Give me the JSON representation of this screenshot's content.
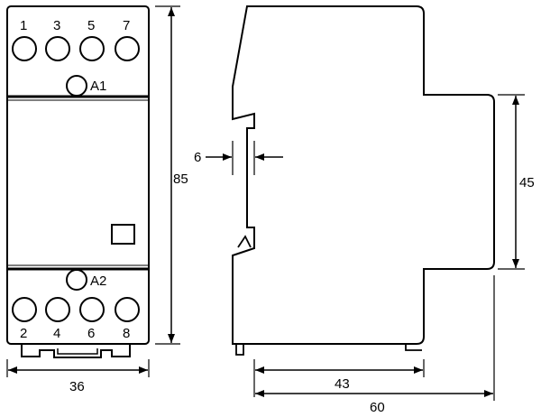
{
  "front_view": {
    "top_terminals": [
      "1",
      "3",
      "5",
      "7"
    ],
    "bottom_terminals": [
      "2",
      "4",
      "6",
      "8"
    ],
    "coil_top": "A1",
    "coil_bottom": "A2"
  },
  "dimensions": {
    "height": "85",
    "width": "36",
    "rail_offset": "6",
    "front_height": "45",
    "rail_to_front": "43",
    "depth": "60"
  }
}
